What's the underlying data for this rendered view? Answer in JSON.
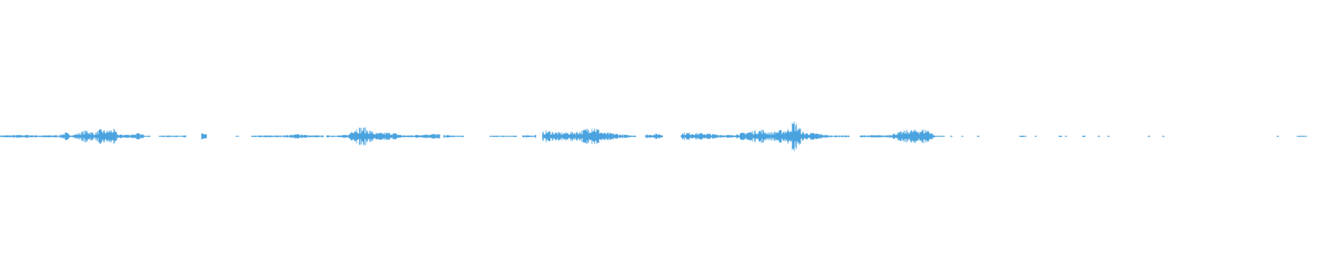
{
  "waveform": {
    "wave_color": "#4aa3df",
    "background_color": "#ffffff",
    "amplitude_profile": [
      [
        0.0,
        0.003
      ],
      [
        0.01,
        0.004
      ],
      [
        0.02,
        0.005
      ],
      [
        0.03,
        0.003
      ],
      [
        0.045,
        0.004
      ],
      [
        0.05,
        0.012
      ],
      [
        0.055,
        0.004
      ],
      [
        0.066,
        0.02
      ],
      [
        0.072,
        0.01
      ],
      [
        0.076,
        0.022
      ],
      [
        0.081,
        0.018
      ],
      [
        0.086,
        0.024
      ],
      [
        0.09,
        0.006
      ],
      [
        0.098,
        0.006
      ],
      [
        0.105,
        0.01
      ],
      [
        0.112,
        0.002
      ],
      [
        0.122,
        0.002
      ],
      [
        0.13,
        0.003
      ],
      [
        0.138,
        0.002
      ],
      [
        0.155,
        0.01
      ],
      [
        0.18,
        0.001
      ],
      [
        0.193,
        0.002
      ],
      [
        0.2,
        0.003
      ],
      [
        0.215,
        0.003
      ],
      [
        0.228,
        0.008
      ],
      [
        0.235,
        0.003
      ],
      [
        0.25,
        0.003
      ],
      [
        0.258,
        0.003
      ],
      [
        0.265,
        0.006
      ],
      [
        0.268,
        0.028
      ],
      [
        0.277,
        0.028
      ],
      [
        0.285,
        0.01
      ],
      [
        0.292,
        0.012
      ],
      [
        0.298,
        0.012
      ],
      [
        0.305,
        0.004
      ],
      [
        0.31,
        0.003
      ],
      [
        0.325,
        0.008
      ],
      [
        0.33,
        0.008
      ],
      [
        0.345,
        0.002
      ],
      [
        0.375,
        0.002
      ],
      [
        0.38,
        0.002
      ],
      [
        0.393,
        0.002
      ],
      [
        0.4,
        0.005
      ],
      [
        0.405,
        0.002
      ],
      [
        0.415,
        0.018
      ],
      [
        0.425,
        0.012
      ],
      [
        0.437,
        0.015
      ],
      [
        0.442,
        0.018
      ],
      [
        0.45,
        0.035
      ],
      [
        0.458,
        0.012
      ],
      [
        0.466,
        0.01
      ],
      [
        0.47,
        0.007
      ],
      [
        0.48,
        0.003
      ],
      [
        0.493,
        0.006
      ],
      [
        0.5,
        0.009
      ],
      [
        0.505,
        0.002
      ],
      [
        0.52,
        0.012
      ],
      [
        0.535,
        0.01
      ],
      [
        0.545,
        0.006
      ],
      [
        0.555,
        0.004
      ],
      [
        0.568,
        0.015
      ],
      [
        0.578,
        0.022
      ],
      [
        0.585,
        0.012
      ],
      [
        0.59,
        0.018
      ],
      [
        0.598,
        0.022
      ],
      [
        0.603,
        0.05
      ],
      [
        0.61,
        0.012
      ],
      [
        0.62,
        0.01
      ],
      [
        0.63,
        0.003
      ],
      [
        0.642,
        0.003
      ],
      [
        0.655,
        0.003
      ],
      [
        0.665,
        0.004
      ],
      [
        0.672,
        0.003
      ],
      [
        0.69,
        0.02
      ],
      [
        0.7,
        0.022
      ],
      [
        0.705,
        0.022
      ],
      [
        0.71,
        0.002
      ],
      [
        0.72,
        0.002
      ],
      [
        0.728,
        0.002
      ],
      [
        0.742,
        0.002
      ],
      [
        0.775,
        0.002
      ],
      [
        0.778,
        0.002
      ],
      [
        0.786,
        0.002
      ],
      [
        0.805,
        0.002
      ],
      [
        0.81,
        0.002
      ],
      [
        0.823,
        0.002
      ],
      [
        0.835,
        0.002
      ],
      [
        0.842,
        0.002
      ],
      [
        0.872,
        0.002
      ],
      [
        0.883,
        0.002
      ],
      [
        0.97,
        0.002
      ],
      [
        0.985,
        0.002
      ],
      [
        0.99,
        0.002
      ]
    ]
  }
}
